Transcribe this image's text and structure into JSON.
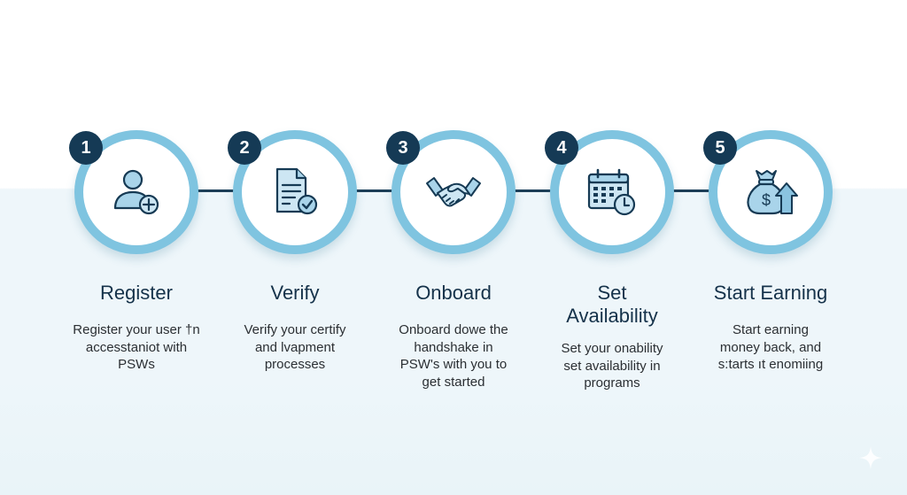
{
  "diagram": {
    "type": "process-steps",
    "colors": {
      "ring": "#7fc4e0",
      "badge": "#153a55",
      "connector": "#1d3e57",
      "icon_fill": "#a9d4ea",
      "icon_stroke": "#163a54",
      "title_text": "#15324a",
      "body_text": "#2b2f33",
      "bg_top": "#ffffff",
      "bg_bottom": "#eef6fa"
    },
    "steps": [
      {
        "number": "1",
        "icon": "user-add-icon",
        "title": "Register",
        "description_lines": [
          "Register your user †n",
          "accesstaniot with",
          "PSWs"
        ]
      },
      {
        "number": "2",
        "icon": "document-check-icon",
        "title": "Verify",
        "description_lines": [
          "Verify your certify",
          "and lvapment",
          "processes"
        ]
      },
      {
        "number": "3",
        "icon": "handshake-icon",
        "title": "Onboard",
        "description_lines": [
          "Onboard dowe the",
          "handshake in",
          "PSW's with you to",
          "get started"
        ]
      },
      {
        "number": "4",
        "icon": "calendar-clock-icon",
        "title_lines": [
          "Set",
          "Availability"
        ],
        "description_lines": [
          "Set your onability",
          "set availability in",
          "programs"
        ]
      },
      {
        "number": "5",
        "icon": "money-bag-growth-icon",
        "title": "Start Earning",
        "description_lines": [
          "Start earning",
          "money back, and",
          "s:tarts ıt enomiing"
        ]
      }
    ],
    "decoration": {
      "corner_icon": "sparkle-icon"
    }
  }
}
